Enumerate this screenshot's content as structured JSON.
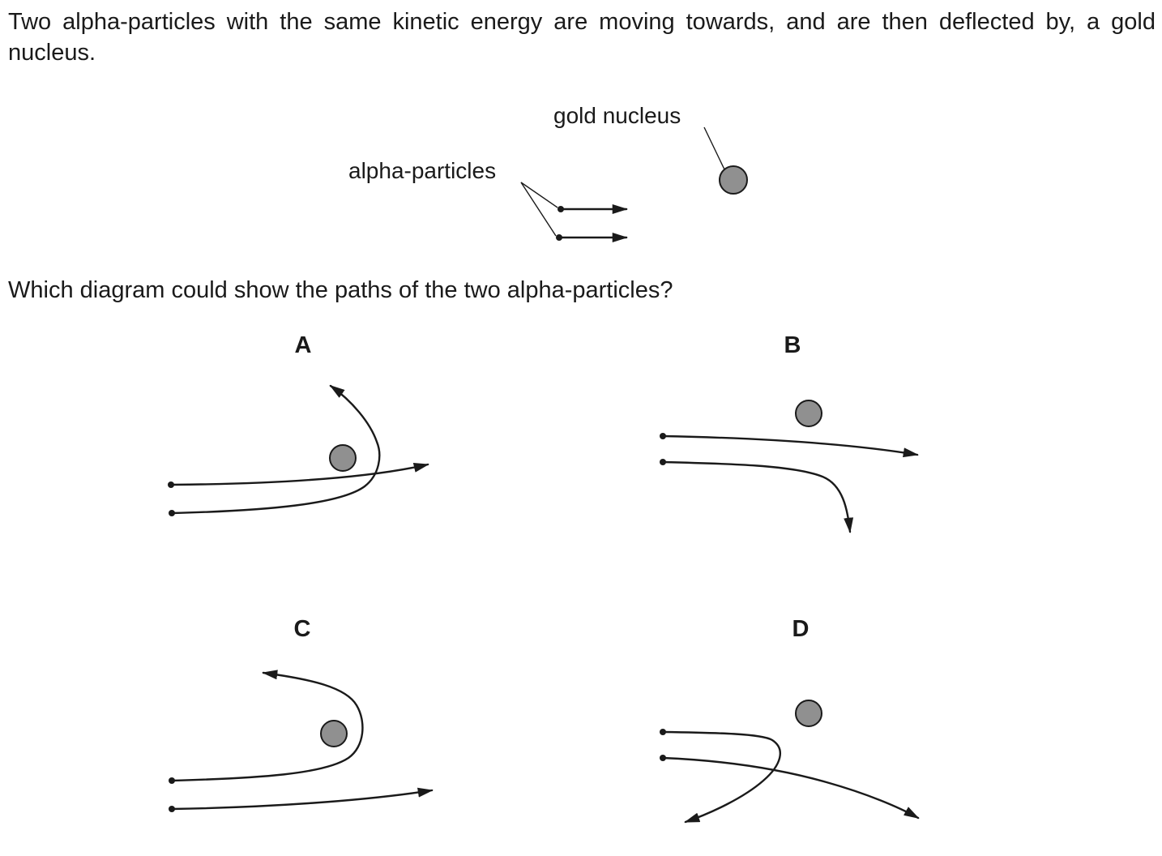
{
  "question": {
    "intro": "Two alpha-particles with the same kinetic energy are moving towards, and are then deflected by, a gold nucleus.",
    "prompt": "Which diagram could show the paths of the two alpha-particles?"
  },
  "intro_diagram": {
    "nucleus_label": "gold nucleus",
    "particles_label": "alpha-particles"
  },
  "options": [
    {
      "letter": "A"
    },
    {
      "letter": "B"
    },
    {
      "letter": "C"
    },
    {
      "letter": "D"
    }
  ],
  "colors": {
    "ink": "#1a1a1a",
    "nucleus_fill": "#909090"
  }
}
